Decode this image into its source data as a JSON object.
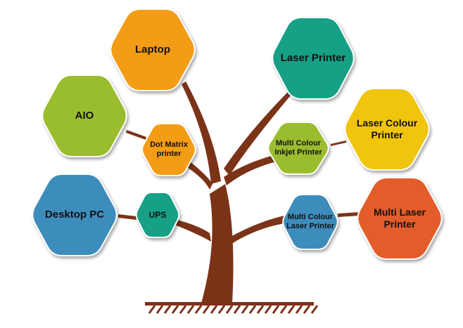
{
  "nodes": [
    {
      "id": "laptop",
      "label": "Laptop",
      "color": "#F39C12"
    },
    {
      "id": "laser-printer",
      "label": "Laser Printer",
      "color": "#16A085"
    },
    {
      "id": "aio",
      "label": "AIO",
      "color": "#9ABD2E"
    },
    {
      "id": "dot-matrix",
      "label": "Dot Matrix printer",
      "color": "#F39C12"
    },
    {
      "id": "multi-colour-inkjet",
      "label": "Multi Colour Inkjet Printer",
      "color": "#9ABD2E"
    },
    {
      "id": "laser-colour-printer",
      "label": "Laser Colour Printer",
      "color": "#F1C40F"
    },
    {
      "id": "desktop-pc",
      "label": "Desktop PC",
      "color": "#3C8DBC"
    },
    {
      "id": "ups",
      "label": "UPS",
      "color": "#16A085"
    },
    {
      "id": "multi-colour-laser",
      "label": "Multi Colour Laser Printer",
      "color": "#3C8DBC"
    },
    {
      "id": "multi-laser",
      "label": "Multi Laser Printer",
      "color": "#E35D2A"
    }
  ],
  "tree_color": "#7B3318",
  "hex_border": "#ffffff"
}
